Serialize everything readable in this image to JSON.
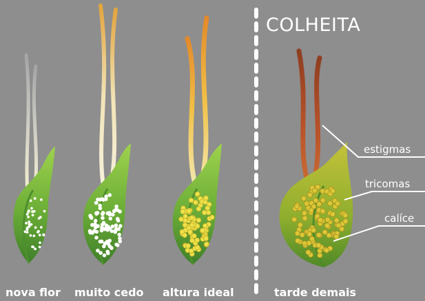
{
  "title": "COLHEITA",
  "stages": [
    {
      "label": "nova flor"
    },
    {
      "label": "muito cedo"
    },
    {
      "label": "altura ideal"
    },
    {
      "label": "tarde demais"
    }
  ],
  "parts": [
    {
      "label": "estigmas"
    },
    {
      "label": "tricomas"
    },
    {
      "label": "calíce"
    }
  ],
  "colors": {
    "background": "#8e8e8e",
    "calyx_green": "#6fb23a",
    "trichome_white": "#ffffff",
    "trichome_yellow": "#e8e03a",
    "stigma_white": "#f3efd6",
    "stigma_orange": "#e8a23a",
    "stigma_brown": "#b9532a"
  }
}
